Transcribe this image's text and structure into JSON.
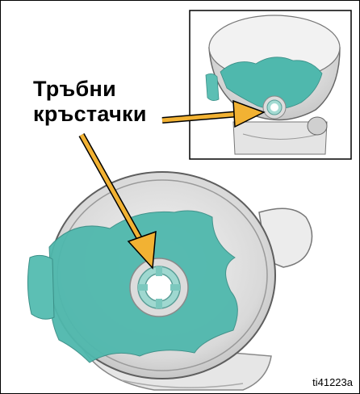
{
  "callout": {
    "line1": "Тръбни",
    "line2": "кръстачки"
  },
  "figure_id": "ti41223a",
  "colors": {
    "fluid": "#4fb8ad",
    "arrow": "#f2b233",
    "hopper": "#e2e2e2",
    "outline": "#666666"
  }
}
